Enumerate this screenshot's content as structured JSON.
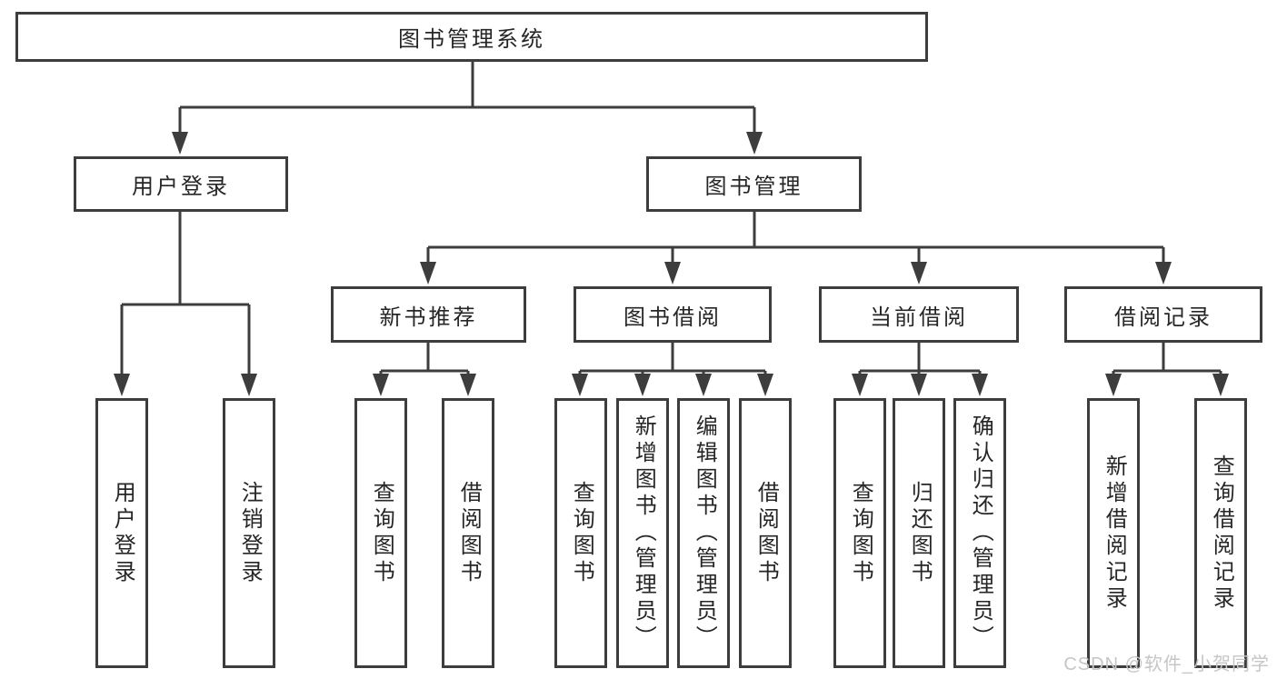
{
  "colors": {
    "line": "#3d3d3d",
    "text": "#262626",
    "watermark": "#c6c6c6",
    "bg": "#ffffff"
  },
  "watermark": {
    "text": "CSDN @软件_小贺同学"
  },
  "tree": {
    "root": {
      "label": "图书管理系统",
      "children": [
        {
          "label": "用户登录",
          "children": [
            {
              "label": "用户登录"
            },
            {
              "label": "注销登录"
            }
          ]
        },
        {
          "label": "图书管理",
          "children": [
            {
              "label": "新书推荐",
              "children": [
                {
                  "label": "查询图书"
                },
                {
                  "label": "借阅图书"
                }
              ]
            },
            {
              "label": "图书借阅",
              "children": [
                {
                  "label": "查询图书"
                },
                {
                  "label": "新增图书（管理员）"
                },
                {
                  "label": "编辑图书（管理员）"
                },
                {
                  "label": "借阅图书"
                }
              ]
            },
            {
              "label": "当前借阅",
              "children": [
                {
                  "label": "查询图书"
                },
                {
                  "label": "归还图书"
                },
                {
                  "label": "确认归还（管理员）"
                }
              ]
            },
            {
              "label": "借阅记录",
              "children": [
                {
                  "label": "新增借阅记录"
                },
                {
                  "label": "查询借阅记录"
                }
              ]
            }
          ]
        }
      ]
    }
  }
}
